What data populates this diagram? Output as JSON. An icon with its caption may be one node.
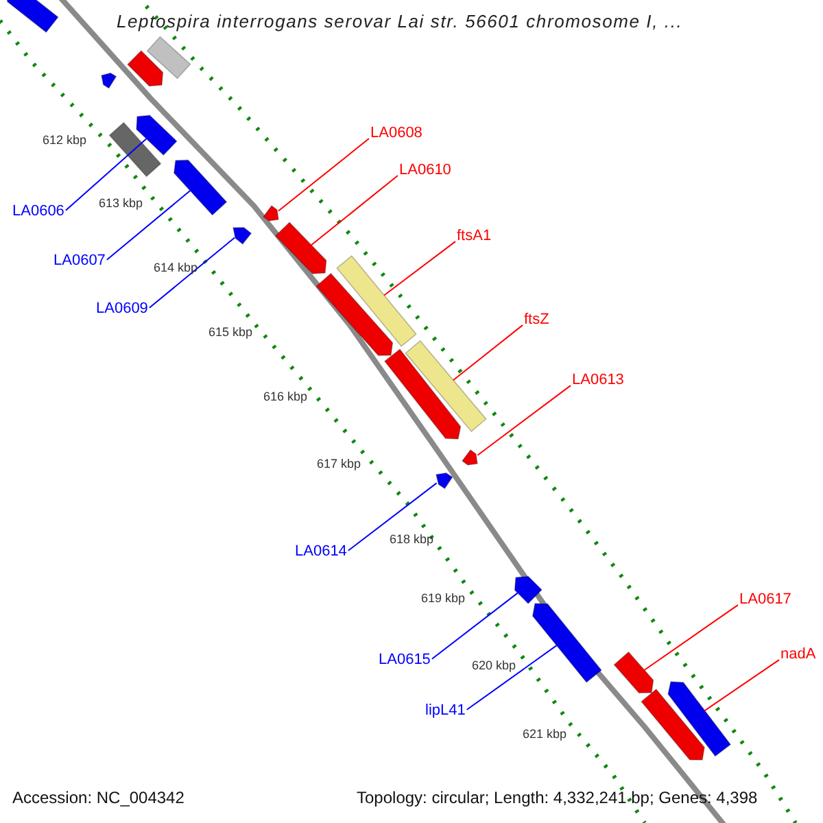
{
  "diagram": {
    "title": "Leptospira interrogans serovar Lai str. 56601 chromosome I, ...",
    "nodes": [
      {
        "text": [
          "LA0608"
        ]
      },
      {
        "text": [
          "LA0610"
        ]
      },
      {
        "text": [
          "LA0606"
        ]
      },
      {
        "text": [
          "ftsA1"
        ]
      },
      {
        "text": [
          "LA0607"
        ]
      },
      {
        "text": [
          "LA0609"
        ]
      },
      {
        "text": [
          "ftsZ"
        ]
      },
      {
        "text": [
          "LA0613"
        ]
      },
      {
        "text": [
          "LA0614"
        ]
      },
      {
        "text": [
          "LA0617"
        ]
      },
      {
        "text": [
          "nadA"
        ]
      },
      {
        "text": [
          "LA0615"
        ]
      },
      {
        "text": [
          "lipL41"
        ]
      },
      {
        "text": [],
        "shape": "pentagon"
      },
      {
        "text": [],
        "shape": "box"
      },
      {
        "text": [],
        "shape": "pentagon"
      },
      {
        "text": [],
        "shape": "pentagon"
      },
      {
        "text": [],
        "shape": "pentagon"
      },
      {
        "text": [],
        "shape": "box"
      },
      {
        "text": [],
        "shape": "pentagon"
      },
      {
        "text": [],
        "shape": "pentagon"
      },
      {
        "text": [],
        "shape": "pentagon"
      },
      {
        "text": [],
        "shape": "pentagon"
      },
      {
        "text": [],
        "shape": "box"
      },
      {
        "text": [],
        "shape": "pentagon"
      },
      {
        "text": [],
        "shape": "box"
      },
      {
        "text": [],
        "shape": "pentagon"
      },
      {
        "text": [],
        "shape": "pentagon"
      },
      {
        "text": [],
        "shape": "pentagon"
      },
      {
        "text": [],
        "shape": "pentagon"
      },
      {
        "text": [],
        "shape": "pentagon"
      },
      {
        "text": [],
        "shape": "pentagon"
      },
      {
        "text": [],
        "shape": "pentagon"
      },
      {
        "text": [],
        "shape": "pentagon"
      }
    ],
    "edges": [
      {
        "from": 2,
        "to": 17,
        "arrow": "none",
        "color": "#0000ff"
      },
      {
        "from": 4,
        "to": 19,
        "arrow": "none",
        "color": "#0000ff"
      },
      {
        "from": 5,
        "to": 21,
        "arrow": "none",
        "color": "#0000ff"
      },
      {
        "from": 0,
        "to": 20,
        "arrow": "none",
        "color": "#ff0000"
      },
      {
        "from": 1,
        "to": 22,
        "arrow": "none",
        "color": "#ff0000"
      },
      {
        "from": 3,
        "to": 23,
        "arrow": "none",
        "color": "#ff0000"
      },
      {
        "from": 6,
        "to": 25,
        "arrow": "none",
        "color": "#ff0000"
      },
      {
        "from": 7,
        "to": 27,
        "arrow": "none",
        "color": "#ff0000"
      },
      {
        "from": 8,
        "to": 28,
        "arrow": "none",
        "color": "#0000ff"
      },
      {
        "from": 11,
        "to": 29,
        "arrow": "none",
        "color": "#0000ff"
      },
      {
        "from": 12,
        "to": 30,
        "arrow": "none",
        "color": "#0000ff"
      },
      {
        "from": 9,
        "to": 31,
        "arrow": "none",
        "color": "#ff0000"
      },
      {
        "from": 10,
        "to": 32,
        "arrow": "none",
        "color": "#ff0000"
      }
    ],
    "labels": [
      "612 kbp",
      "613 kbp",
      "614 kbp",
      "615 kbp",
      "616 kbp",
      "617 kbp",
      "618 kbp",
      "619 kbp",
      "620 kbp",
      "621 kbp",
      "Accession: NC_004342",
      "Topology: circular; Length: 4,332,241 bp; Genes: 4,398"
    ]
  }
}
